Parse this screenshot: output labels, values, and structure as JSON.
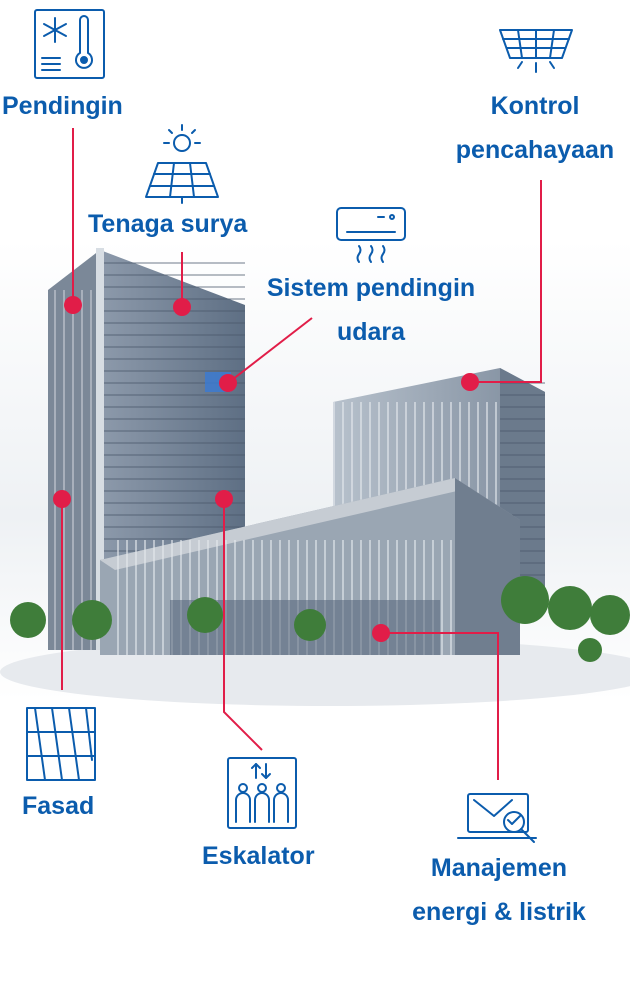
{
  "colors": {
    "label_text": "#0b5cad",
    "icon_stroke": "#0b5cad",
    "leader_line": "#e11d48",
    "marker_dot": "#e11d48",
    "glass": "#6e7f94",
    "frame": "#c9d0d8",
    "tree": "#3f7d3a"
  },
  "callouts": {
    "cooling": {
      "label": "Pendingin",
      "icon": "snowflake-thermometer-icon"
    },
    "lighting": {
      "line1": "Kontrol",
      "line2": "pencahayaan",
      "icon": "ceiling-light-icon"
    },
    "solar": {
      "label": "Tenaga surya",
      "icon": "solar-panel-sun-icon"
    },
    "aircon": {
      "line1": "Sistem pendingin",
      "line2": "udara",
      "icon": "air-conditioner-icon"
    },
    "facade": {
      "label": "Fasad",
      "icon": "facade-icon"
    },
    "escalator": {
      "label": "Eskalator",
      "icon": "escalator-people-icon"
    },
    "energy": {
      "line1": "Manajemen",
      "line2": "energi & listrik",
      "icon": "energy-monitor-icon"
    }
  }
}
